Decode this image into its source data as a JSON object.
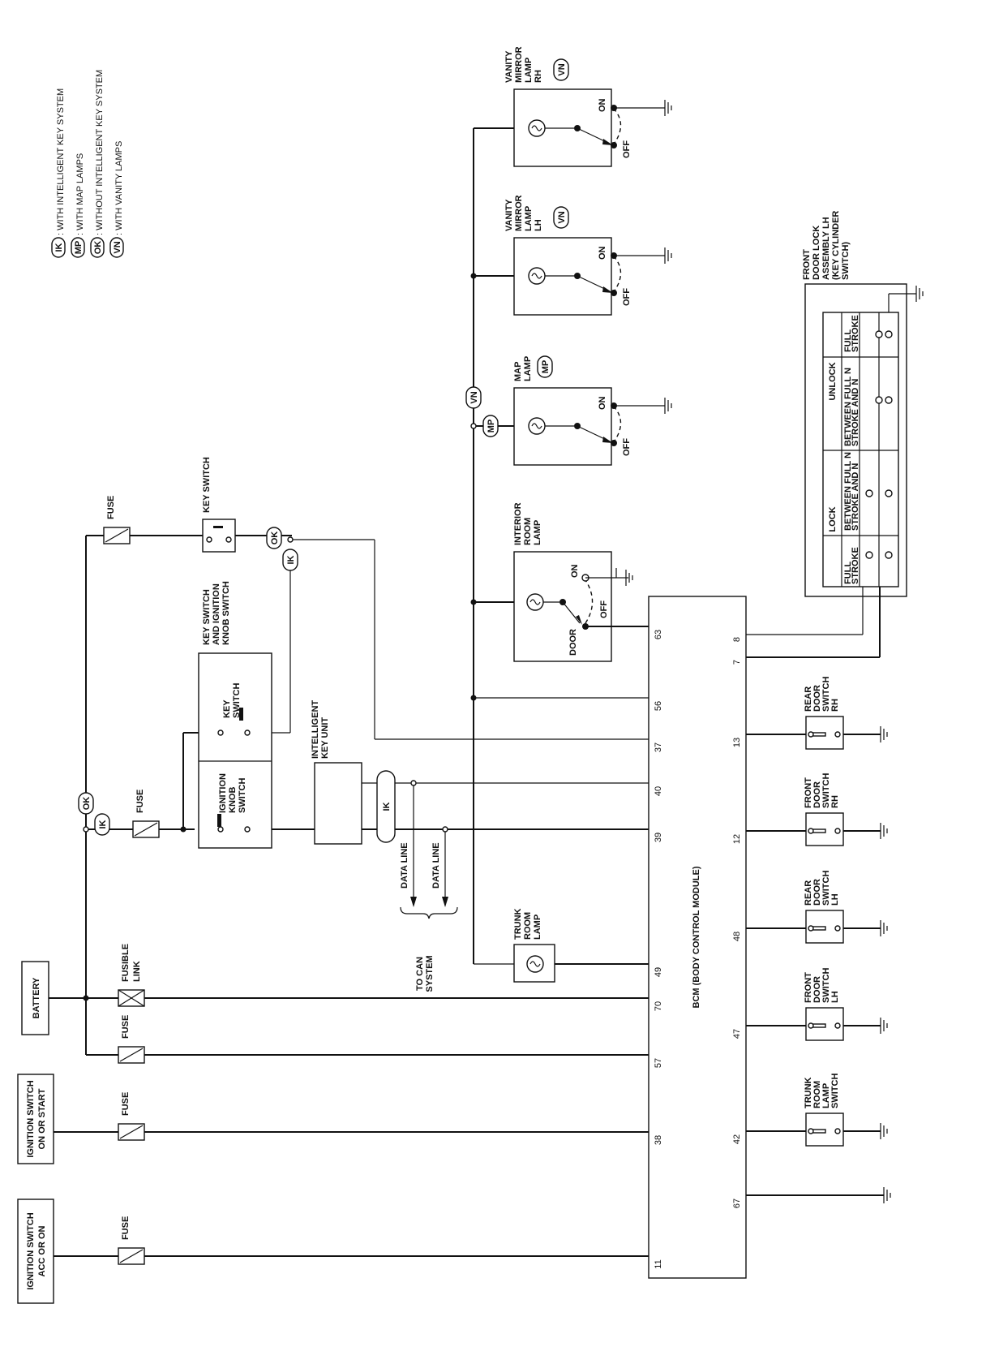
{
  "legend": [
    {
      "code": "IK",
      "text": ": WITH INTELLIGENT KEY SYSTEM"
    },
    {
      "code": "MP",
      "text": ": WITH MAP LAMPS"
    },
    {
      "code": "OK",
      "text": ": WITHOUT INTELLIGENT KEY SYSTEM"
    },
    {
      "code": "VN",
      "text": ": WITH VANITY LAMPS"
    }
  ],
  "sources": {
    "battery": "BATTERY",
    "ign_acc_1": "IGNITION SWITCH",
    "ign_acc_2": "ACC OR ON",
    "ign_on_1": "IGNITION SWITCH",
    "ign_on_2": "ON OR START"
  },
  "labels": {
    "fuse": "FUSE",
    "fusible_1": "FUSIBLE",
    "fusible_2": "LINK",
    "key_switch": "KEY SWITCH",
    "ksw_title": [
      "KEY SWITCH",
      "AND IGNITION",
      "KNOB SWITCH"
    ],
    "ign_knob": [
      "IGNITION",
      "KNOB",
      "SWITCH"
    ],
    "key_sw_inner": [
      "KEY",
      "SWITCH"
    ],
    "ikey_unit": [
      "INTELLIGENT",
      "KEY UNIT"
    ],
    "data_line": "DATA LINE",
    "to_can": [
      "TO CAN",
      "SYSTEM"
    ],
    "trunk_room_lamp": [
      "TRUNK",
      "ROOM",
      "LAMP"
    ],
    "interior_room_lamp": [
      "INTERIOR",
      "ROOM",
      "LAMP"
    ],
    "map_lamp": [
      "MAP",
      "LAMP"
    ],
    "vanity_lh": [
      "VANITY",
      "MIRROR",
      "LAMP",
      "LH"
    ],
    "vanity_rh": [
      "VANITY",
      "MIRROR",
      "LAMP",
      "RH"
    ],
    "on": "ON",
    "off": "OFF",
    "door": "DOOR",
    "bcm": "BCM (BODY CONTROL MODULE)",
    "front_door_lock": [
      "FRONT",
      "DOOR LOCK",
      "ASSEMBLY LH",
      "(KEY CYLINDER",
      "SWITCH)"
    ],
    "lock": "LOCK",
    "unlock": "UNLOCK",
    "full_stroke": [
      "FULL",
      "STROKE"
    ],
    "between": [
      "BETWEEN FULL N",
      "STROKE AND N"
    ]
  },
  "door_switches": [
    {
      "pin": "42",
      "lines": [
        "TRUNK",
        "ROOM",
        "LAMP",
        "SWITCH"
      ]
    },
    {
      "pin": "47",
      "lines": [
        "FRONT",
        "DOOR",
        "SWITCH",
        "LH"
      ]
    },
    {
      "pin": "48",
      "lines": [
        "REAR",
        "DOOR",
        "SWITCH",
        "LH"
      ]
    },
    {
      "pin": "12",
      "lines": [
        "FRONT",
        "DOOR",
        "SWITCH",
        "RH"
      ]
    },
    {
      "pin": "13",
      "lines": [
        "REAR",
        "DOOR",
        "SWITCH",
        "RH"
      ]
    }
  ],
  "bcm_left_pins": [
    "11",
    "38",
    "57",
    "70",
    "49",
    "39",
    "40",
    "37",
    "56",
    "63"
  ],
  "bcm_right_pins": [
    "67",
    "42",
    "47",
    "48",
    "12",
    "13",
    "7",
    "8"
  ],
  "tags": {
    "ok": "OK",
    "ik": "IK",
    "mp": "MP",
    "vn": "VN"
  }
}
